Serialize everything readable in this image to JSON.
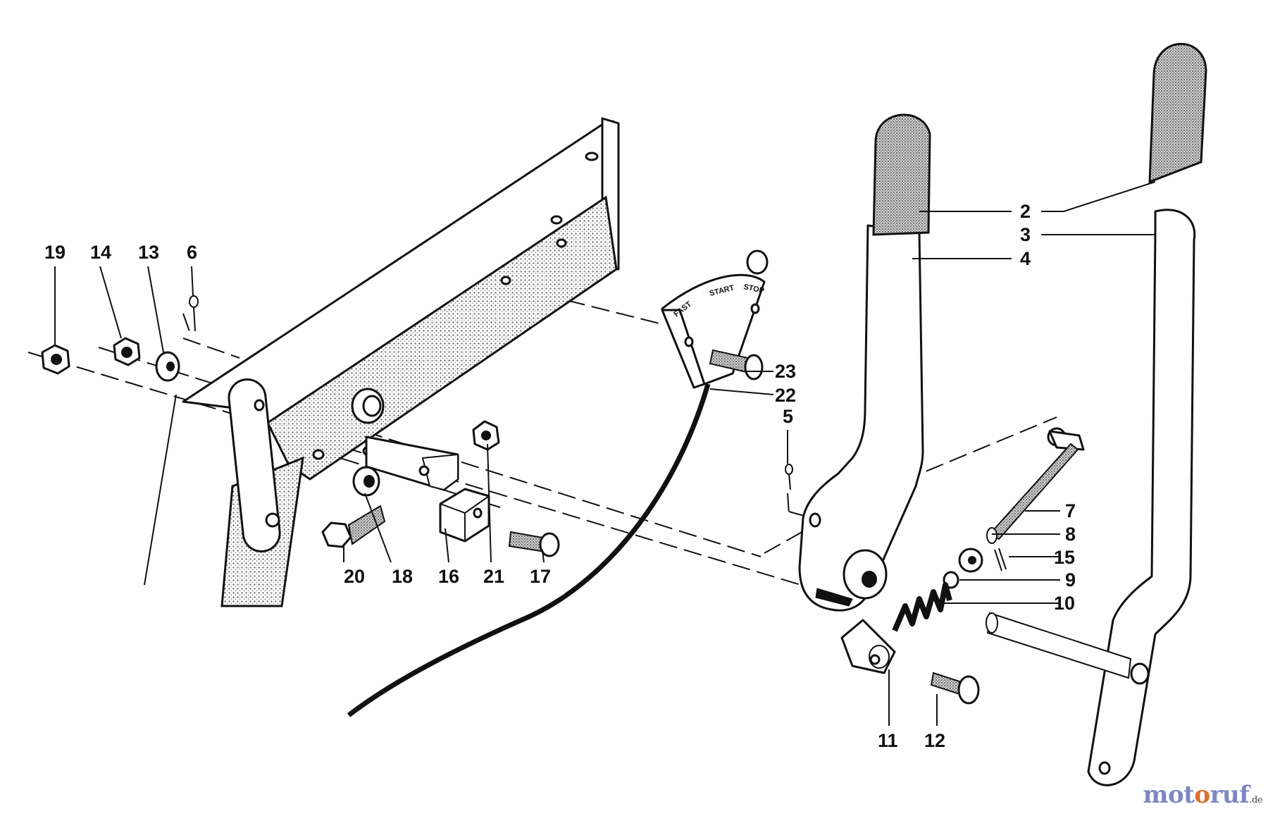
{
  "dial_text": {
    "fast": "FAST",
    "start": "START",
    "stop": "STOP"
  },
  "part_labels": {
    "p2": "2",
    "p3": "3",
    "p4": "4",
    "p5": "5",
    "p6": "6",
    "p7": "7",
    "p8": "8",
    "p9": "9",
    "p10": "10",
    "p11": "11",
    "p12": "12",
    "p13": "13",
    "p14": "14",
    "p15": "15",
    "p16": "16",
    "p17": "17",
    "p18": "18",
    "p19": "19",
    "p20": "20",
    "p21": "21",
    "p22": "22",
    "p23": "23"
  },
  "watermark": {
    "part1": "mot",
    "part2": "o",
    "part3": "ruf",
    "part4": ".de"
  },
  "colors": {
    "line": "#111111",
    "stipple": "#8a8a8a",
    "watermark_blue": "#7e86c4",
    "watermark_orange": "#d9712e"
  }
}
